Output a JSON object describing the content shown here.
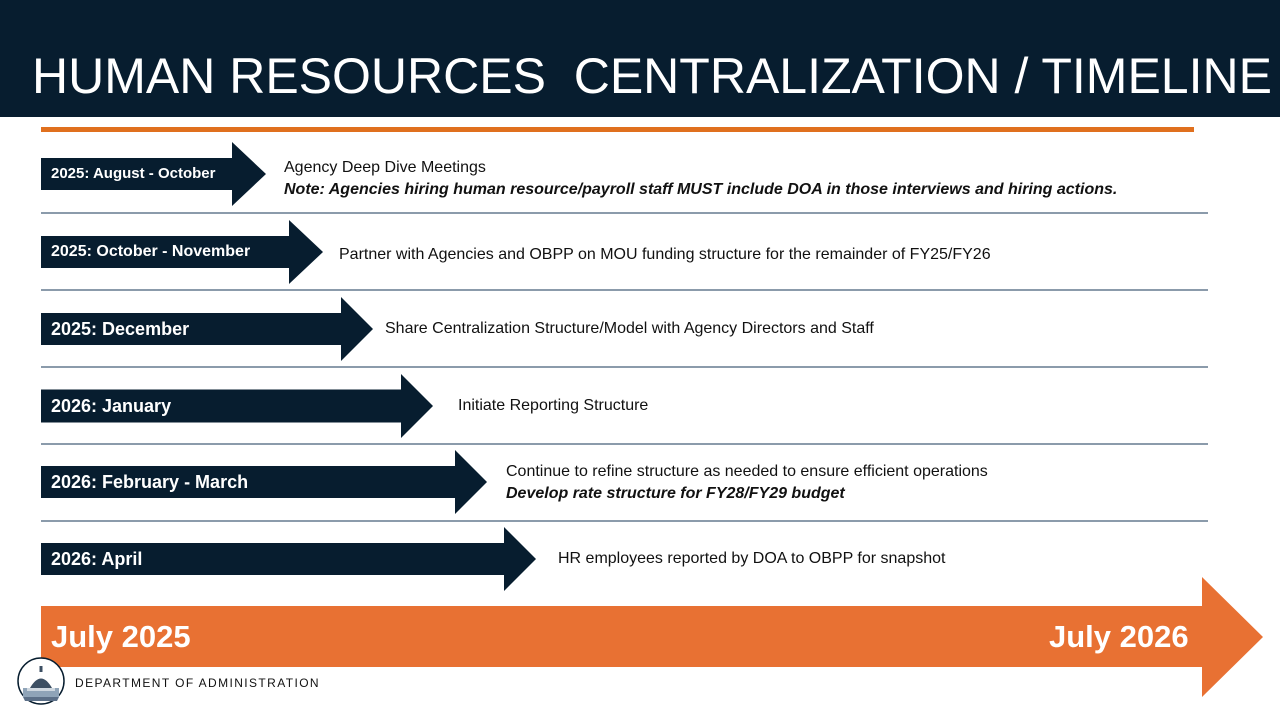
{
  "title": "HUMAN RESOURCES  CENTRALIZATION / TIMELINE",
  "colors": {
    "header_bg": "#071d2f",
    "accent_orange": "#e0701e",
    "timeline_orange": "#e87133",
    "milestone_arrow": "#071d2f",
    "divider": "#8b9bab"
  },
  "milestones": [
    {
      "period": "2025: August - October",
      "description": "Agency Deep Dive Meetings",
      "note": "Note: Agencies hiring human resource/payroll staff MUST include DOA in those interviews and hiring actions."
    },
    {
      "period": "2025: October - November",
      "description": "Partner with Agencies and OBPP on MOU funding structure for the remainder of FY25/FY26",
      "note": ""
    },
    {
      "period": "2025: December",
      "description": "Share Centralization Structure/Model with Agency Directors and Staff",
      "note": ""
    },
    {
      "period": "2026: January",
      "description": "Initiate Reporting Structure",
      "note": ""
    },
    {
      "period": "2026: February - March",
      "description": "Continue to refine structure as needed to ensure efficient operations",
      "note": "Develop rate structure for FY28/FY29 budget"
    },
    {
      "period": "2026: April",
      "description": "HR employees reported by DOA to OBPP for snapshot",
      "note": ""
    }
  ],
  "timeline": {
    "start": "July 2025",
    "end": "July 2026"
  },
  "footer": {
    "department": "DEPARTMENT OF ADMINISTRATION",
    "logo_icon": "capitol-dome-icon"
  }
}
